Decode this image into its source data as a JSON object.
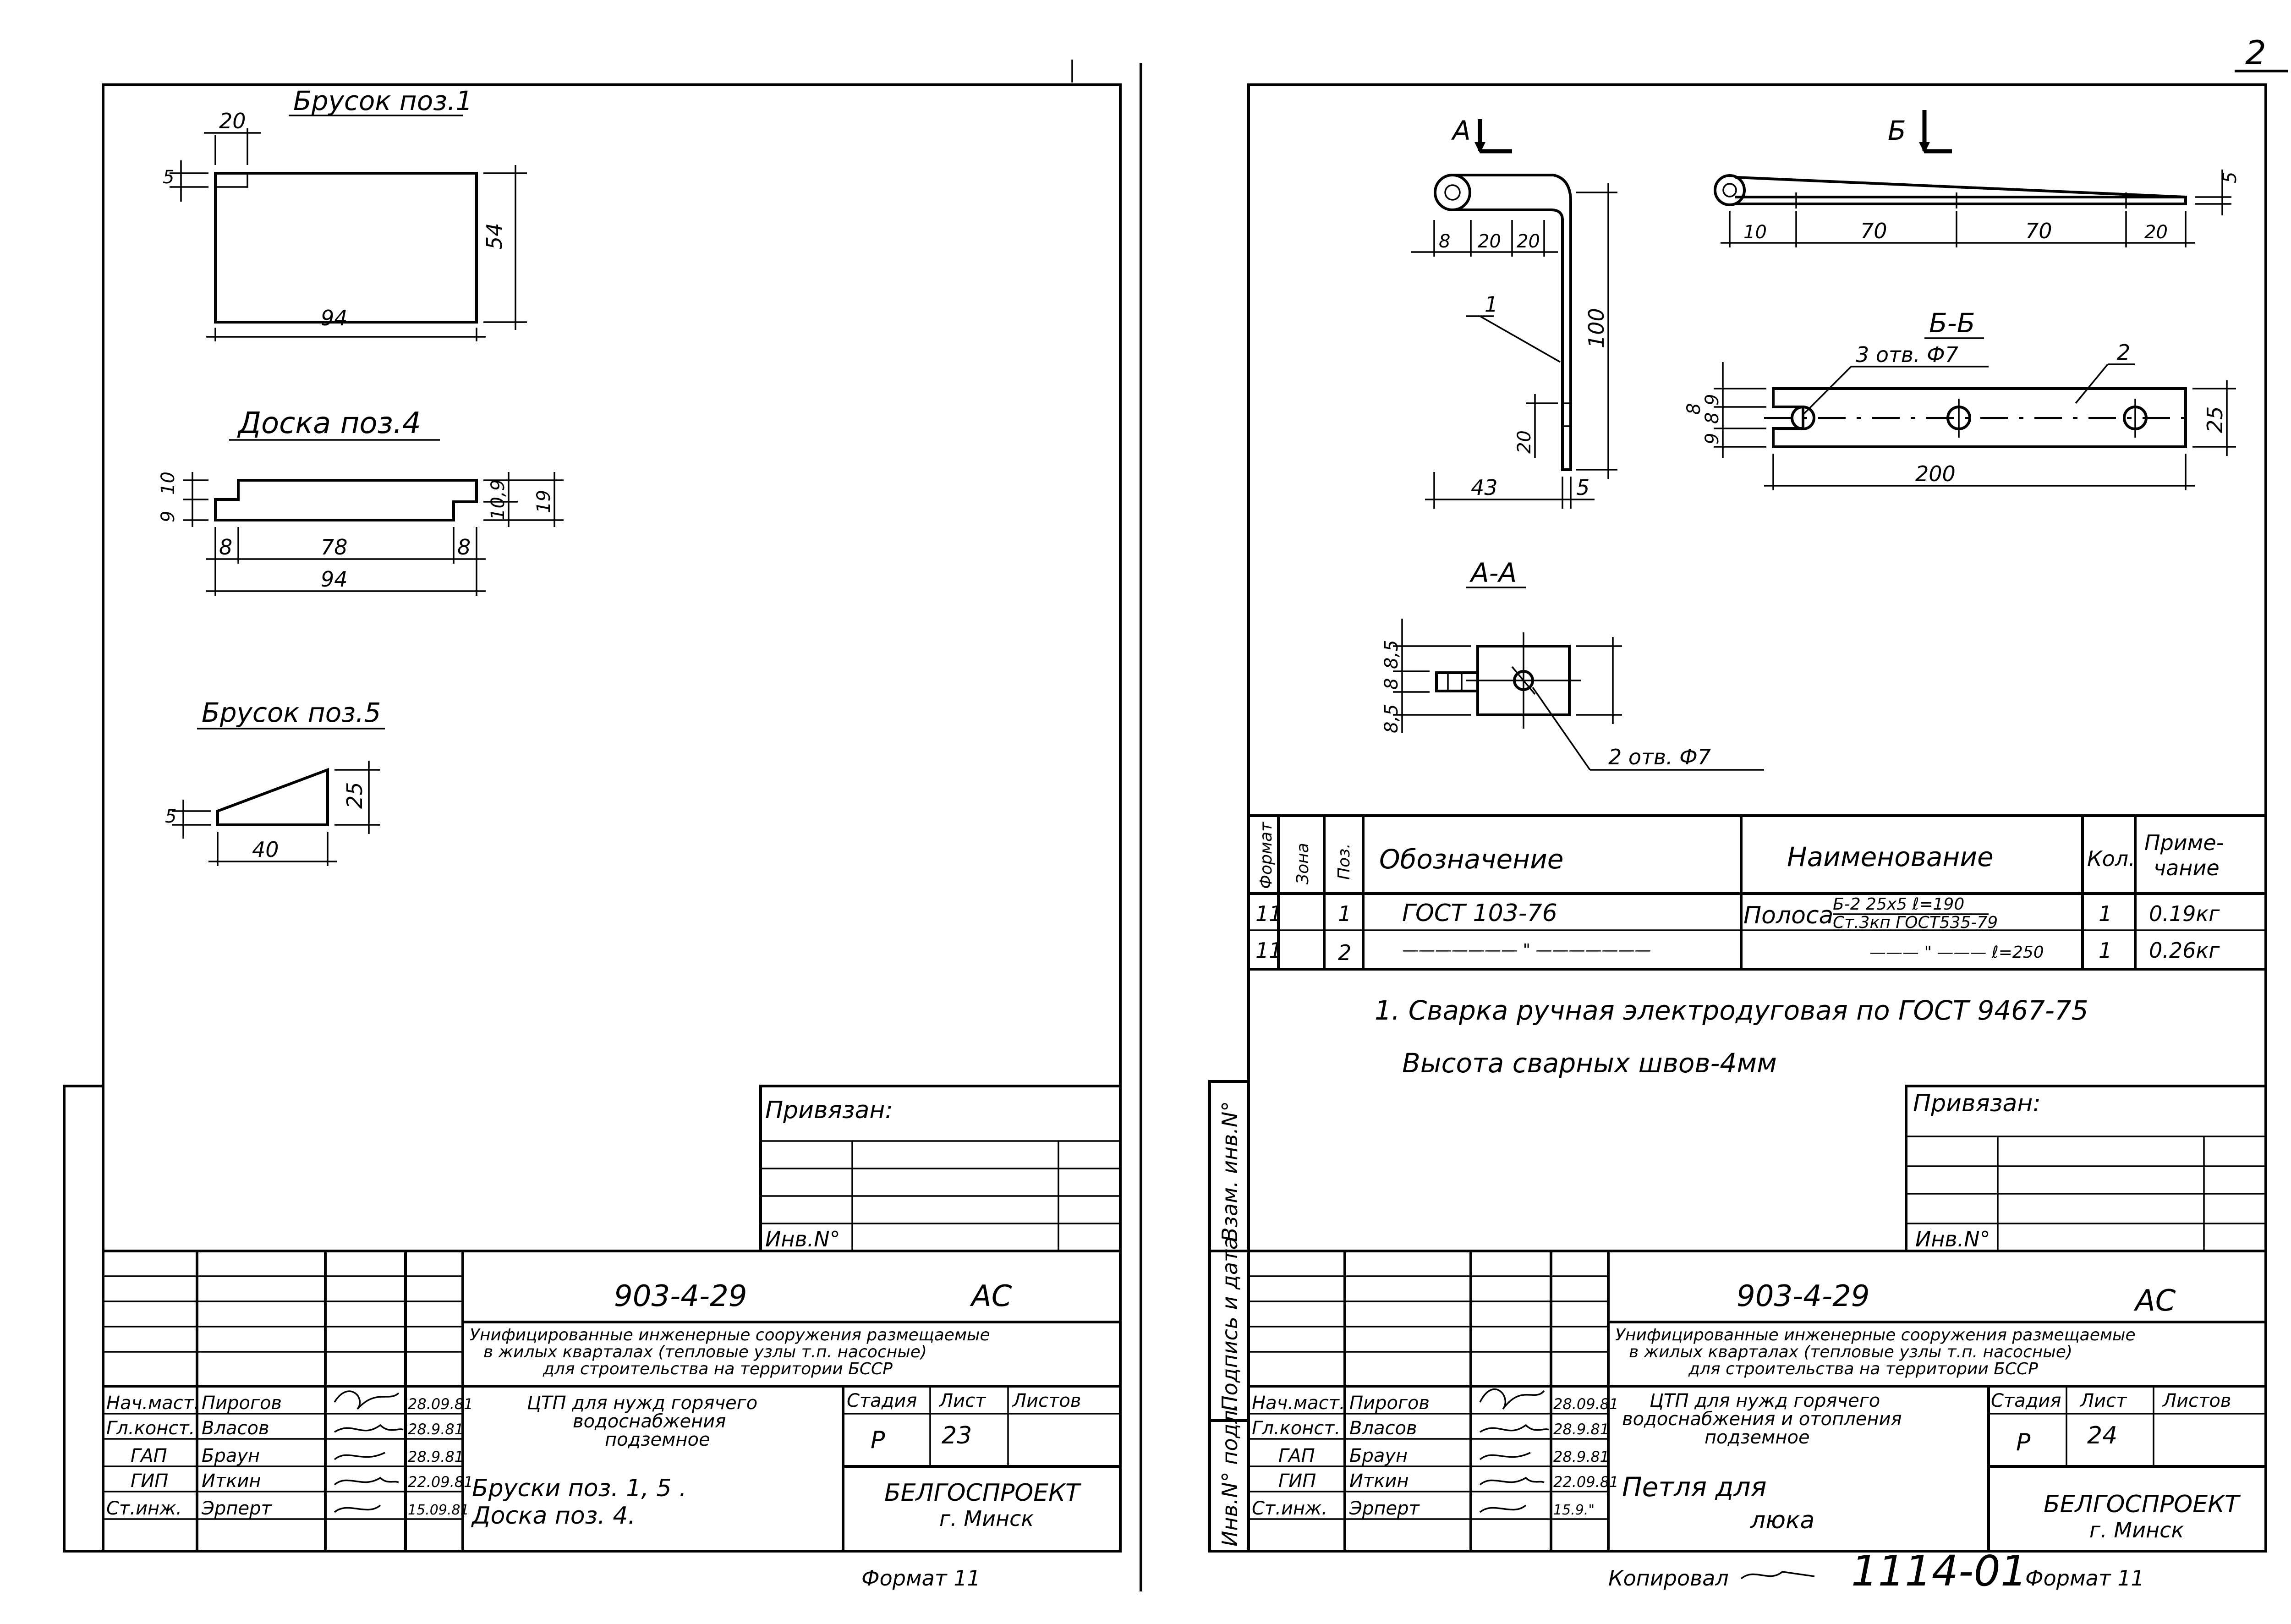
{
  "corner_mark": "2",
  "left_sheet": {
    "drawings": {
      "brusok1": {
        "title": "Брусок поз.1",
        "dims": [
          "20",
          "5",
          "54",
          "94"
        ]
      },
      "doska4": {
        "title": "Доска поз.4",
        "dims": [
          "10",
          "9",
          "10,9",
          "19",
          "8",
          "78",
          "8",
          "94"
        ]
      },
      "brusok5": {
        "title": "Брусок поз.5",
        "dims": [
          "5",
          "25",
          "40"
        ]
      }
    },
    "privyazan": {
      "label": "Привязан:",
      "inv": "Инв.N°"
    },
    "stamp": {
      "code": "903-4-29",
      "mark": "АС",
      "project_line1": "Унифицированные инженерные сооружения размещаемые",
      "project_line2": "в жилых кварталах (тепловые узлы т.п. насосные)",
      "project_line3": "для строительства на территории БССР",
      "title_line1": "ЦТП для нужд горячего",
      "title_line2": "водоснабжения",
      "title_line3": "подземное",
      "sheet_title_line1": "Бруски поз. 1, 5 .",
      "sheet_title_line2": "Доска поз. 4.",
      "stage_h": "Стадия",
      "sheet_h": "Лист",
      "sheets_h": "Листов",
      "stage": "Р",
      "sheet_no": "23",
      "org_line1": "БЕЛГОСПРОЕКТ",
      "org_line2": "г. Минск",
      "people": [
        {
          "role": "Нач.маст.",
          "name": "Пирогов",
          "date": "28.09.81"
        },
        {
          "role": "Гл.конст.",
          "name": "Власов",
          "date": "28.9.81"
        },
        {
          "role": "ГАП",
          "name": "Браун",
          "date": "28.9.81"
        },
        {
          "role": "ГИП",
          "name": "Иткин",
          "date": "22.09.81"
        },
        {
          "role": "Ст.инж.",
          "name": "Эрперт",
          "date": "15.09.81"
        }
      ]
    },
    "format": "Формат 11"
  },
  "right_sheet": {
    "views": {
      "a": "А",
      "b": "Б",
      "section_bb": "Б-Б",
      "section_aa": "А-А",
      "holes3": "3 отв. Ф7",
      "holes2": "2 отв. Ф7",
      "pos1": "1",
      "pos2": "2",
      "dims_left": [
        "8",
        "20",
        "20",
        "100",
        "20",
        "43",
        "5"
      ],
      "dims_top": [
        "10",
        "70",
        "70",
        "20",
        "5"
      ],
      "dims_bb": [
        "9",
        "8",
        "9",
        "8",
        "200",
        "25"
      ],
      "dims_aa": [
        "8,5",
        "8",
        "8,5"
      ]
    },
    "table": {
      "headers": [
        "Формат",
        "Зона",
        "Поз.",
        "Обозначение",
        "Наименование",
        "Кол.",
        "Приме-",
        "чание"
      ],
      "rows": [
        {
          "fmt": "11",
          "zone": "",
          "pos": "1",
          "designation": "ГОСТ 103-76",
          "name_main": "Полоса",
          "name_top": "Б-2 25х5  ℓ=190",
          "name_bottom": "Ст.3кп ГОСТ535-79",
          "qty": "1",
          "note": "0.19кг"
        },
        {
          "fmt": "11",
          "zone": "",
          "pos": "2",
          "designation": "——————— \" ———————",
          "name_main": "",
          "name_top": "",
          "name_bottom": "——— \" ——— ℓ=250",
          "qty": "1",
          "note": "0.26кг"
        }
      ]
    },
    "notes": {
      "line1": "1. Сварка ручная электродуговая  по ГОСТ 9467-75",
      "line2": "Высота сварных швов-4мм"
    },
    "side_labels": {
      "vzam": "Взам. инв.N°",
      "podpis": "Подпись и дата",
      "inv": "Инв.N° подл."
    },
    "privyazan": {
      "label": "Привязан:",
      "inv": "Инв.N°"
    },
    "stamp": {
      "code": "903-4-29",
      "mark": "АС",
      "project_line1": "Унифицированные инженерные сооружения размещаемые",
      "project_line2": "в жилых кварталах (тепловые узлы т.п. насосные)",
      "project_line3": "для строительства на территории БССР",
      "title_line1": "ЦТП для нужд горячего",
      "title_line2": "водоснабжения и отопления",
      "title_line3": "подземное",
      "sheet_title_line1": "Петля  для",
      "sheet_title_line2": "люка",
      "stage_h": "Стадия",
      "sheet_h": "Лист",
      "sheets_h": "Листов",
      "stage": "Р",
      "sheet_no": "24",
      "org_line1": "БЕЛГОСПРОЕКТ",
      "org_line2": "г. Минск",
      "people": [
        {
          "role": "Нач.маст.",
          "name": "Пирогов",
          "date": "28.09.81"
        },
        {
          "role": "Гл.конст.",
          "name": "Власов",
          "date": "28.9.81"
        },
        {
          "role": "ГАП",
          "name": "Браун",
          "date": "28.9.81"
        },
        {
          "role": "ГИП",
          "name": "Иткин",
          "date": "22.09.81"
        },
        {
          "role": "Ст.инж.",
          "name": "Эрперт",
          "date": "15.9.\""
        }
      ]
    },
    "kopiroval": "Копировал",
    "doc_number": "1114-01",
    "format": "Формат 11"
  }
}
